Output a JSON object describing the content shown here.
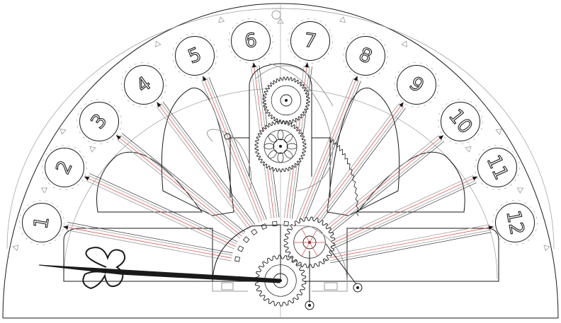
{
  "diagram": {
    "dial_numbers": [
      "1",
      "2",
      "3",
      "4",
      "5",
      "6",
      "7",
      "8",
      "9",
      "10",
      "11",
      "12"
    ],
    "colors": {
      "ink": "#1a1a1a",
      "faint": "#9a9a9a",
      "accent_red": "#e04040",
      "background": "#ffffff"
    },
    "icons": [
      "gear-icon",
      "hand-pointer-icon",
      "arrow-marker-icon",
      "triangle-marker-icon"
    ]
  }
}
